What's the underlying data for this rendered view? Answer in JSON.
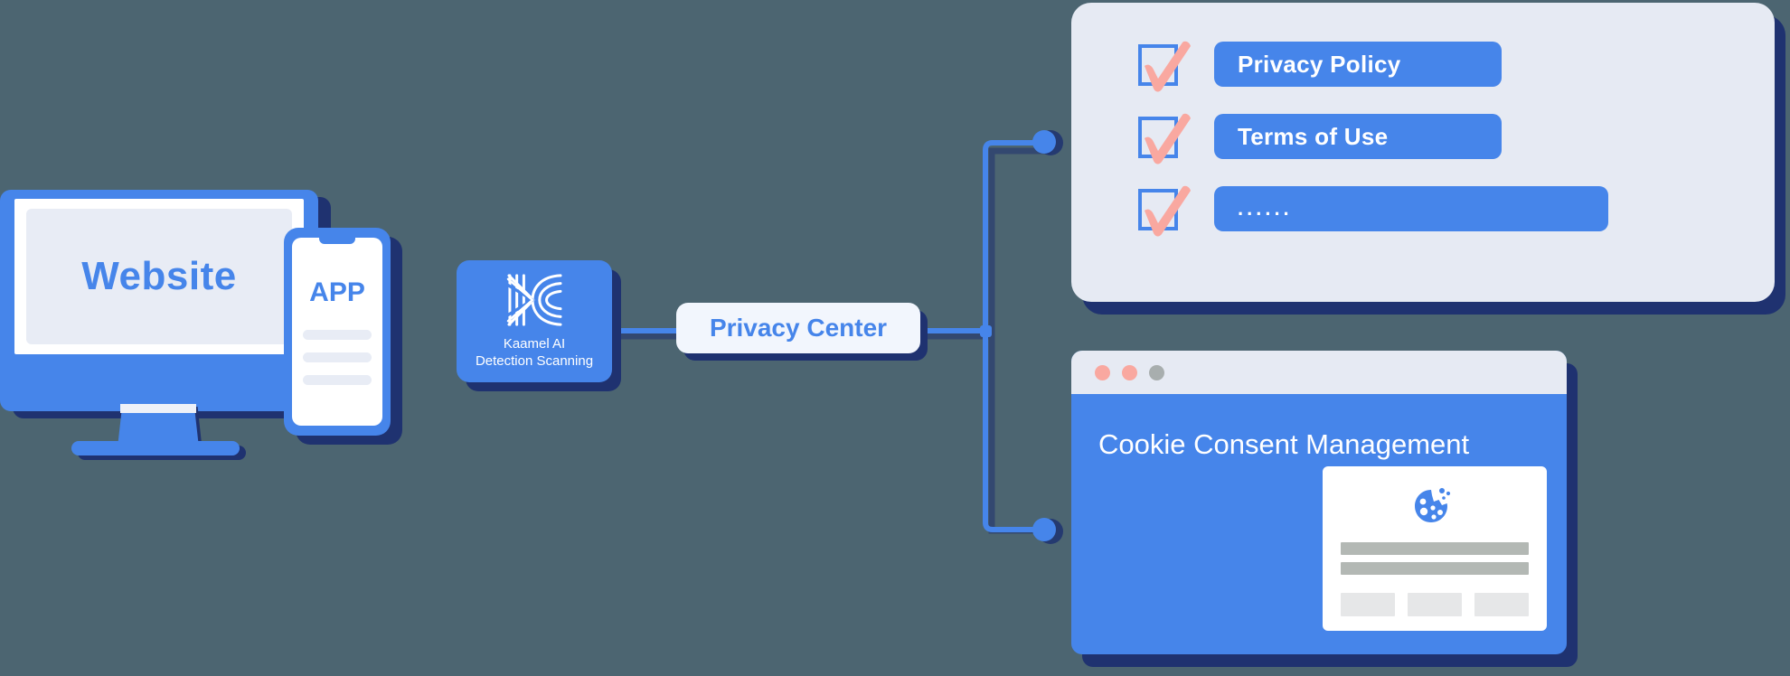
{
  "background_color": "#4c6571",
  "palette": {
    "primary_blue": "#4685ea",
    "dark_navy_shadow": "#1f3270",
    "panel_gray": "#e6eaf3",
    "screen_gray": "#e8ecf5",
    "pill_bg": "#f2f6fd",
    "check_coral": "#f9a8a0",
    "popup_line_gray": "#b3b8b4",
    "popup_button_gray": "#e6e7e8",
    "white": "#ffffff"
  },
  "devices": {
    "monitor": {
      "label": "Website",
      "name": "desktop-monitor"
    },
    "phone": {
      "label": "APP",
      "name": "mobile-phone",
      "placeholder_line_count": 3
    }
  },
  "kaamel_node": {
    "logo_name": "kaamel-logo",
    "title_line_1": "Kaamel AI",
    "title_line_2": "Detection Scanning"
  },
  "privacy_center": {
    "label": "Privacy Center"
  },
  "connectors": {
    "devices_to_kaamel": "line",
    "kaamel_to_privacy_center": "line",
    "privacy_center_branch": "split-to-two-endpoints",
    "endpoint_count": 2
  },
  "checklist_panel": {
    "name": "compliance-documents-panel",
    "items": [
      {
        "checked": true,
        "label": "Privacy Policy",
        "width": "wide"
      },
      {
        "checked": true,
        "label": "Terms of Use",
        "width": "wide"
      },
      {
        "checked": true,
        "label": "......",
        "width": "widest"
      }
    ]
  },
  "browser_window": {
    "name": "cookie-consent-window",
    "traffic_lights": [
      "red",
      "yellow",
      "gray"
    ],
    "title": "Cookie Consent Management",
    "popup": {
      "icon_name": "cookie-icon",
      "text_line_count": 2,
      "button_count": 3
    }
  }
}
